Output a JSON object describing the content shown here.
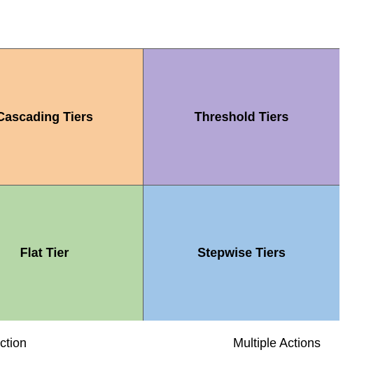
{
  "quadrants": {
    "top_left": {
      "label": "Cascading Tiers",
      "color": "#f9cb9c"
    },
    "top_right": {
      "label": "Threshold Tiers",
      "color": "#b4a7d6"
    },
    "bottom_left": {
      "label": "Flat Tier",
      "color": "#b6d7a8"
    },
    "bottom_right": {
      "label": "Stepwise Tiers",
      "color": "#9fc5e8"
    }
  },
  "axis": {
    "left_label": "ction",
    "right_label": "Multiple Actions"
  }
}
